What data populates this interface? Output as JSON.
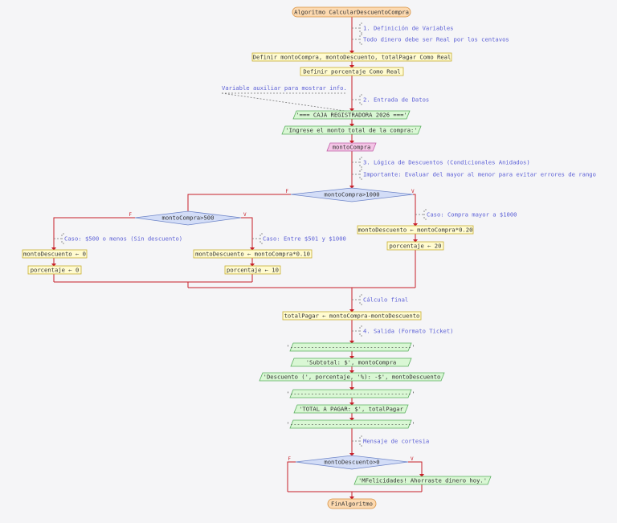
{
  "start": "Algoritmo CalcularDescuentoCompra",
  "end": "FinAlgoritmo",
  "comments": {
    "c1": "1. Definición de Variables",
    "c2": "Todo dinero debe ser Real por los centavos",
    "c3": "Variable auxiliar para mostrar info.",
    "c4": "2. Entrada de Datos",
    "c5": "3. Lógica de Descuentos (Condicionales Anidados)",
    "c6": "Importante: Evaluar del mayor al menor para evitar errores de rango",
    "c7": "Caso: Compra mayor a $1000",
    "c8": "Caso: $500 o menos (Sin descuento)",
    "c9": "Caso: Entre $501 y $1000",
    "c10": "Cálculo final",
    "c11": "4. Salida (Formato Ticket)",
    "c12": "Mensaje de cortesia"
  },
  "steps": {
    "def1": "Definir montoCompra, montoDescuento, totalPagar Como Real",
    "def2": "Definir porcentaje Como Real",
    "out1": "'=== CAJA REGISTRADORA 2026 ==='",
    "out2": "'Ingrese el monto total de la compra:'",
    "read1": "montoCompra",
    "asg1": "montoDescuento ← montoCompra*0.20",
    "asg2": "porcentaje ← 20",
    "asg3": "montoDescuento ← 0",
    "asg4": "porcentaje ← 0",
    "asg5": "montoDescuento ← montoCompra*0.10",
    "asg6": "porcentaje ← 10",
    "asg7": "totalPagar ← montoCompra-montoDescuento",
    "out3": "'-----------------------------------'",
    "out4": "'Subtotal:          $', montoCompra",
    "out5": "'Descuento (', porcentaje, '%): -$', montoDescuento",
    "out6": "'-----------------------------------'",
    "out7": "'TOTAL A PAGAR:   $', totalPagar",
    "out8": "'-----------------------------------'",
    "out9": "'MFelicidades! Ahorraste dinero hoy.'"
  },
  "decisions": {
    "d1": "montoCompra>1000",
    "d2": "montoCompra>500",
    "d3": "montoDescuento>0"
  },
  "branch_labels": {
    "false": "F",
    "true": "V"
  }
}
